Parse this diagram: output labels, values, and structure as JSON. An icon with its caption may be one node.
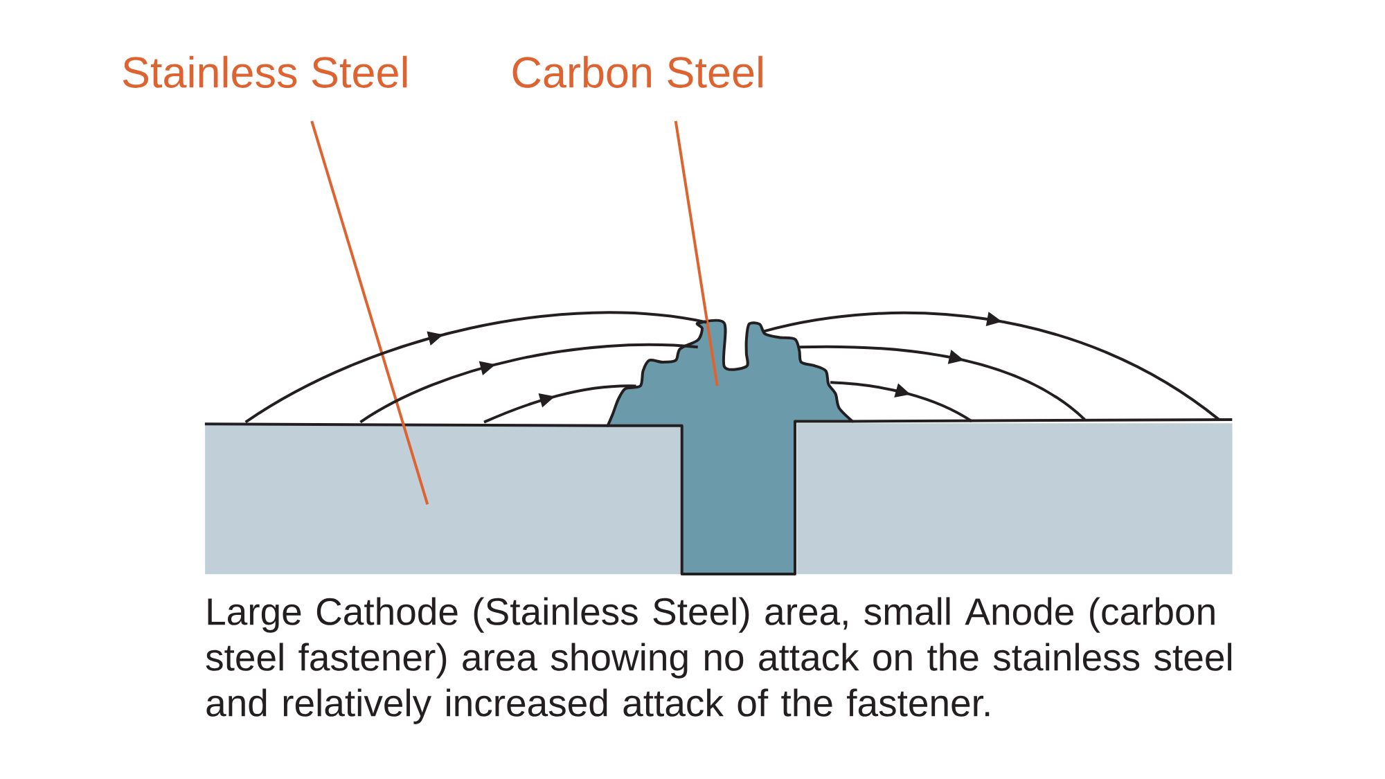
{
  "diagram": {
    "caption": "Large Cathode (Stainless Steel) area, small Anode (carbon steel fastener) area showing no attack on the stainless steel and relatively increased attack of the fastener.",
    "nodes": [
      {
        "text": [
          "Stainless Steel"
        ]
      },
      {
        "text": [
          "Carbon Steel"
        ]
      },
      {
        "text": [],
        "shape": "box"
      },
      {
        "text": [],
        "shape": "picture"
      },
      {
        "text": [],
        "shape": "box"
      }
    ],
    "edges": [
      {
        "from": 0,
        "to": 2,
        "arrow": "none",
        "color": "#dd6431"
      },
      {
        "from": 1,
        "to": 3,
        "arrow": "none",
        "color": "#dd6431"
      },
      {
        "from": 2,
        "to": 3,
        "arrow": "to"
      },
      {
        "from": 2,
        "to": 3,
        "arrow": "to"
      },
      {
        "from": 2,
        "to": 3,
        "arrow": "to"
      },
      {
        "from": 3,
        "to": 4,
        "arrow": "to"
      },
      {
        "from": 3,
        "to": 4,
        "arrow": "to"
      },
      {
        "from": 3,
        "to": 4,
        "arrow": "to"
      }
    ]
  }
}
